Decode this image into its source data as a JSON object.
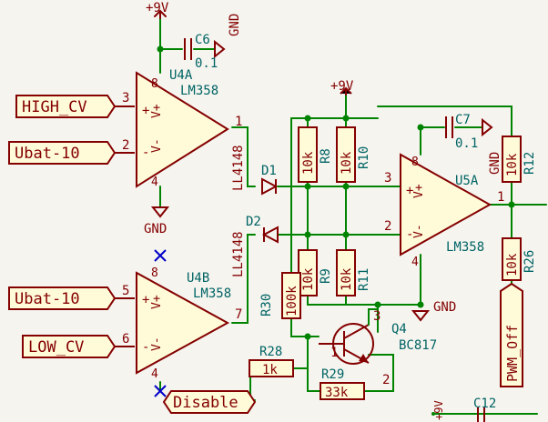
{
  "power": {
    "vcc": "+9V",
    "gnd": "GND"
  },
  "labels": {
    "high_cv": "HIGH_CV",
    "ubat1": "Ubat-10",
    "ubat2": "Ubat-10",
    "low_cv": "LOW_CV",
    "disable": "Disable",
    "pwm_off": "PWM_Off"
  },
  "u4a": {
    "ref": "U4A",
    "value": "LM358",
    "p_in_plus": "3",
    "p_in_minus": "2",
    "p_out": "1",
    "p_vcc": "8",
    "p_gnd": "4"
  },
  "u4b": {
    "ref": "U4B",
    "value": "LM358",
    "p_in_plus": "5",
    "p_in_minus": "6",
    "p_out": "7",
    "p_vcc": "8",
    "p_gnd": "4"
  },
  "u5a": {
    "ref": "U5A",
    "value": "LM358",
    "p_in_plus": "3",
    "p_in_minus": "2",
    "p_out": "1",
    "p_vcc": "8",
    "p_gnd": "4"
  },
  "c6": {
    "ref": "C6",
    "value": "0.1"
  },
  "c7": {
    "ref": "C7",
    "value": "0.1"
  },
  "c12": {
    "ref": "C12"
  },
  "d1": {
    "ref": "D1",
    "value": "LL4148"
  },
  "d2": {
    "ref": "D2",
    "value": "LL4148"
  },
  "r8": {
    "ref": "R8",
    "value": "10k"
  },
  "r9": {
    "ref": "R9",
    "value": "10k"
  },
  "r10": {
    "ref": "R10",
    "value": "10k"
  },
  "r11": {
    "ref": "R11",
    "value": "10k"
  },
  "r12": {
    "ref": "R12",
    "value": "10k"
  },
  "r26": {
    "ref": "R26",
    "value": "10k"
  },
  "r28": {
    "ref": "R28",
    "value": "1k"
  },
  "r29": {
    "ref": "R29",
    "value": "33k"
  },
  "r30": {
    "ref": "R30",
    "value": "100k"
  },
  "q4": {
    "ref": "Q4",
    "value": "BC817",
    "p_b": "1",
    "p_c": "3",
    "p_e": "2"
  },
  "opamp_marks": {
    "plus": "+",
    "minus": "-",
    "vplus": "V+",
    "vminus": "V-"
  },
  "colors": {
    "wire": "#008400",
    "component": "#840000",
    "body_fill": "#fffbd9",
    "ref_text": "#006464",
    "background": "#f5f4ef",
    "noconnect": "#0000c8"
  }
}
